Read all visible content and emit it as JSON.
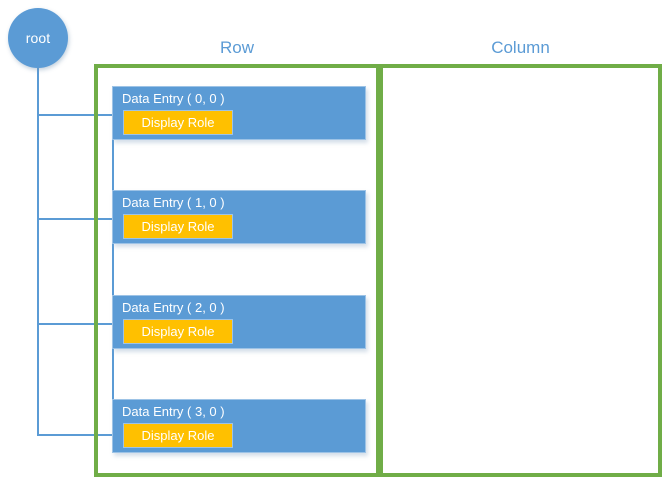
{
  "diagram": {
    "root": {
      "label": "root",
      "shape": "circle",
      "color": "#5B9BD5",
      "text_color": "#ffffff"
    },
    "groups": [
      {
        "name": "row-group",
        "title": "Row",
        "border_color": "#70AD47",
        "title_color": "#5B9BD5"
      },
      {
        "name": "column-group",
        "title": "Column",
        "border_color": "#70AD47",
        "title_color": "#5B9BD5"
      }
    ],
    "entries": [
      {
        "title": "Data Entry ( 0, 0 )",
        "role": "Display Role"
      },
      {
        "title": "Data Entry ( 1, 0 )",
        "role": "Display Role"
      },
      {
        "title": "Data Entry ( 2, 0 )",
        "role": "Display Role"
      },
      {
        "title": "Data Entry ( 3, 0 )",
        "role": "Display Role"
      }
    ],
    "colors": {
      "node_blue": "#5B9BD5",
      "node_border_blue": "#9DC3E6",
      "role_orange": "#FFC000",
      "group_green": "#70AD47",
      "connector_blue": "#5B9BD5",
      "background": "#ffffff"
    }
  }
}
